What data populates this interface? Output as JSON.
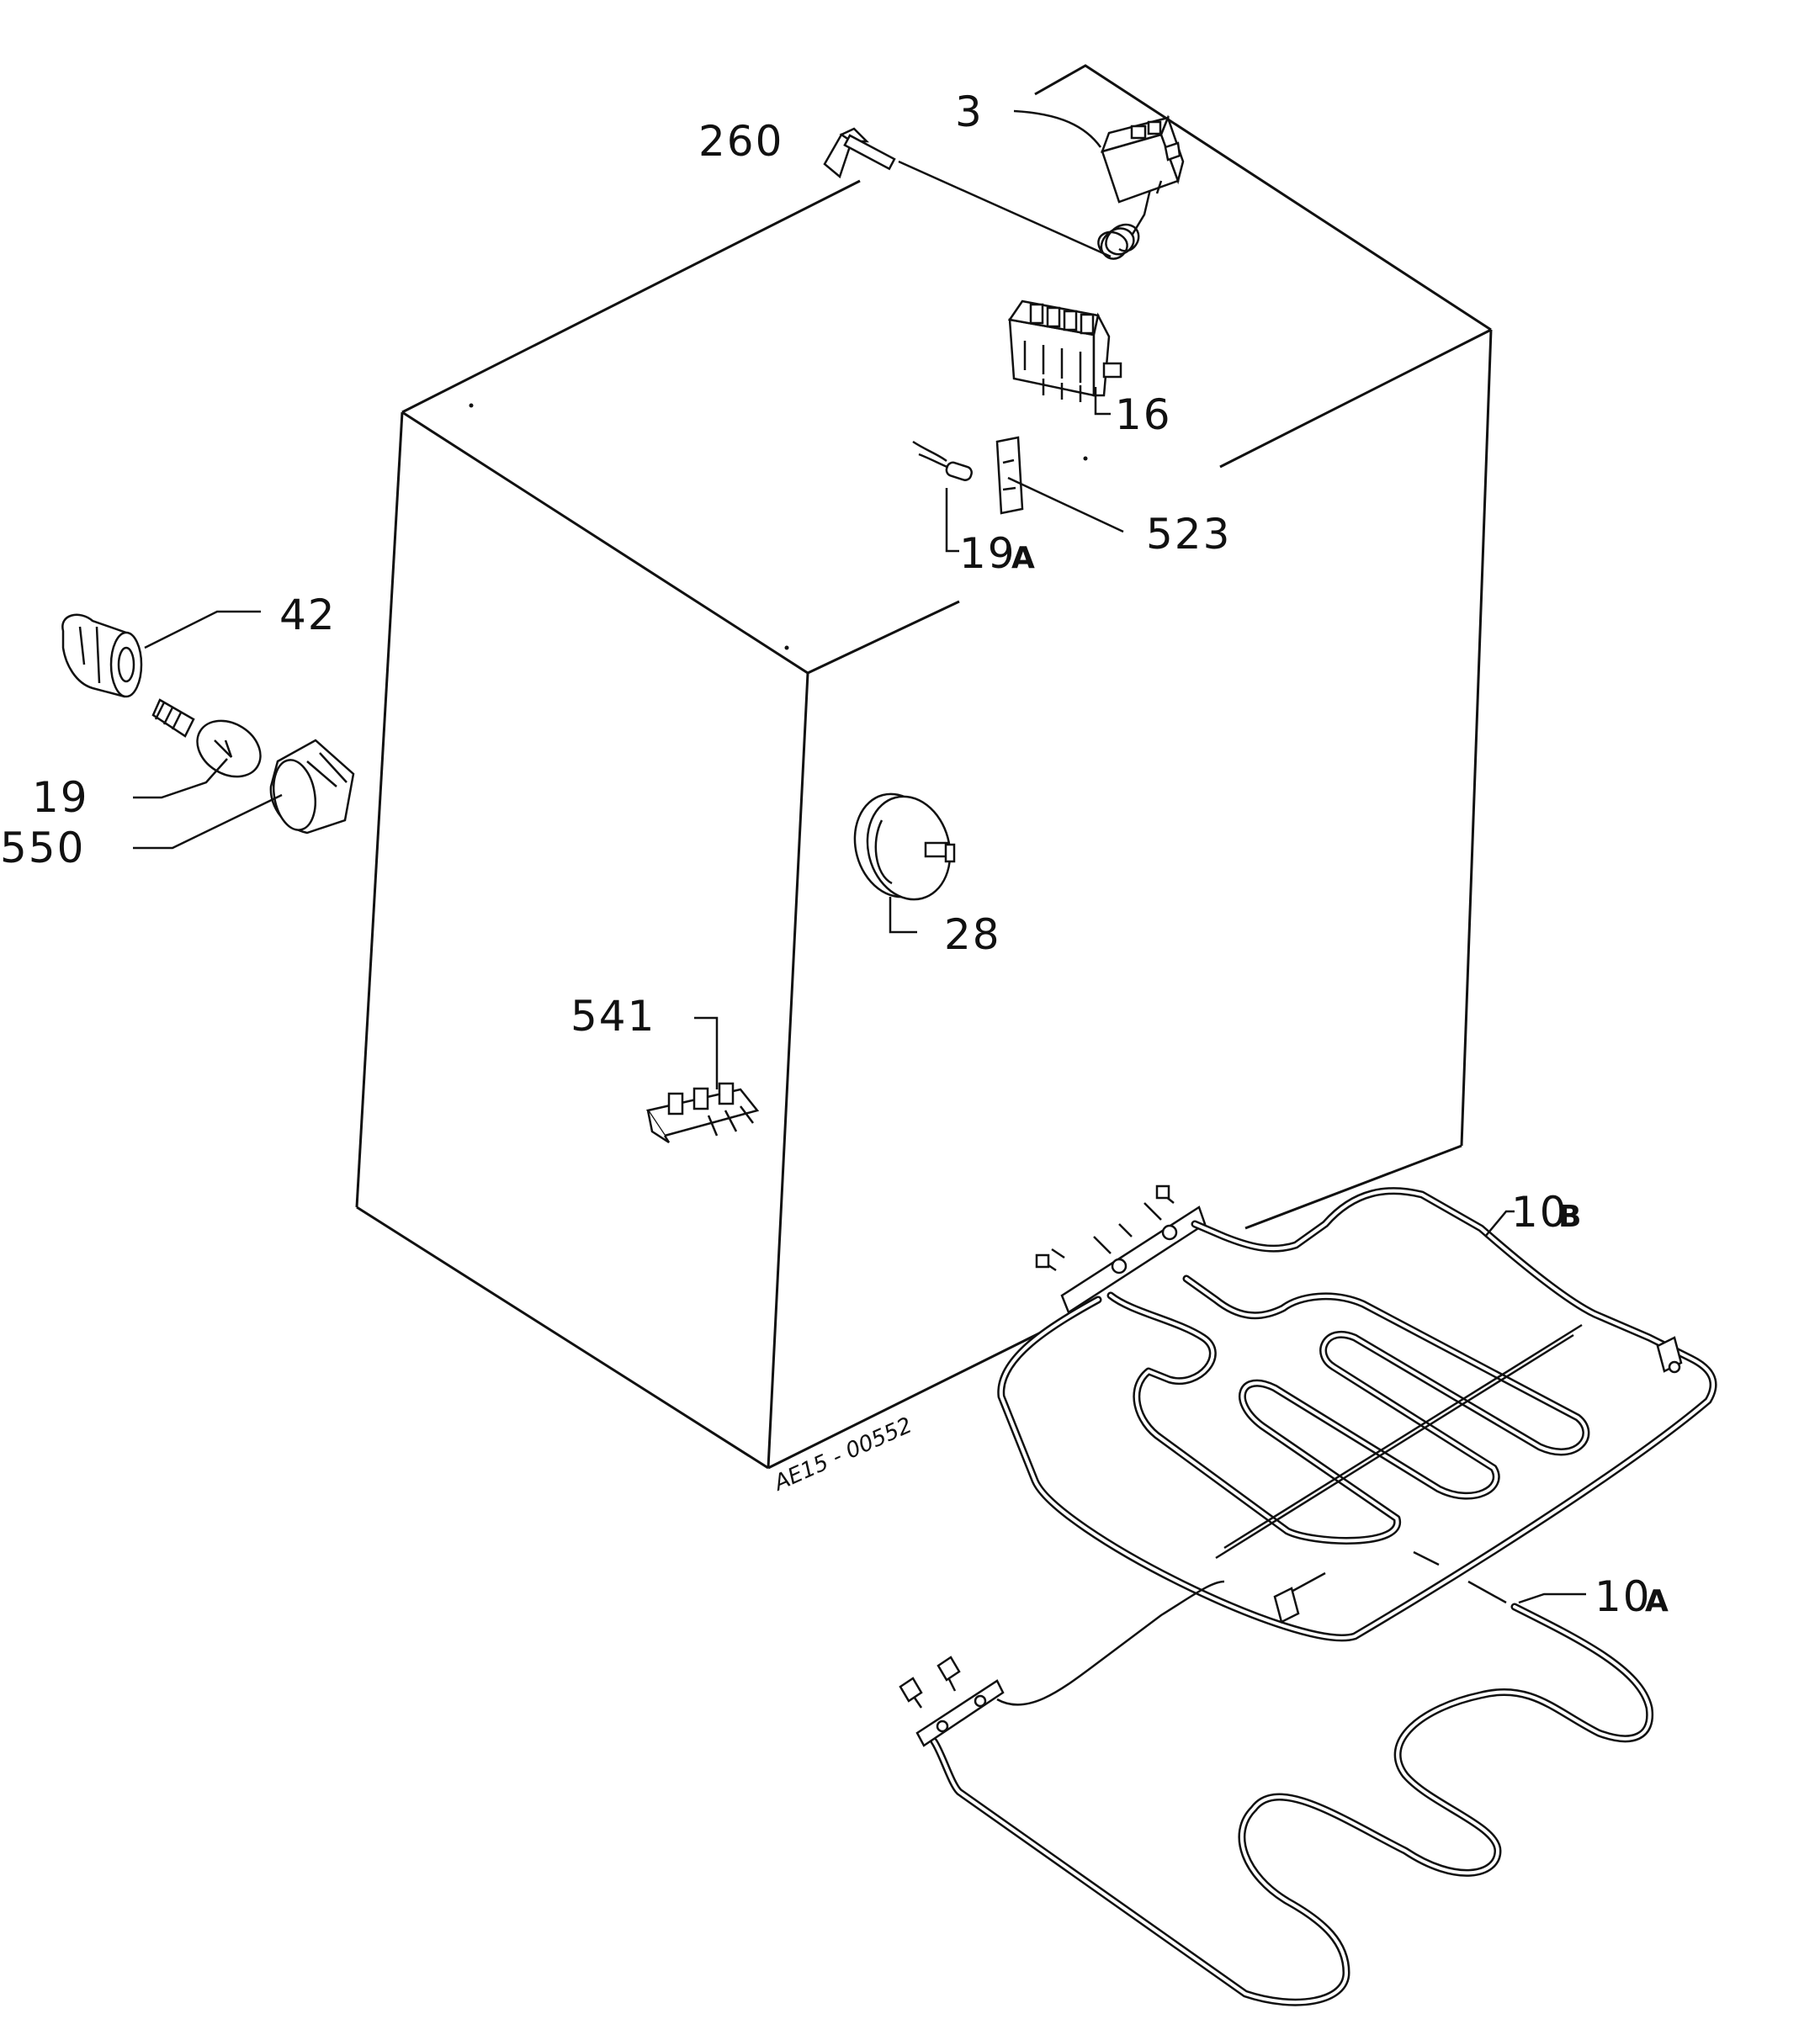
{
  "labels": {
    "p3": "3",
    "p260": "260",
    "p16": "16",
    "p523": "523",
    "p19a": "19",
    "p19a_suffix": "A",
    "p42": "42",
    "p19": "19",
    "p550": "550",
    "p28": "28",
    "p541": "541",
    "p10b": "10",
    "p10b_suffix": "B",
    "p10a": "10",
    "p10a_suffix": "A"
  },
  "drawing_code": "AE15 - 00552"
}
